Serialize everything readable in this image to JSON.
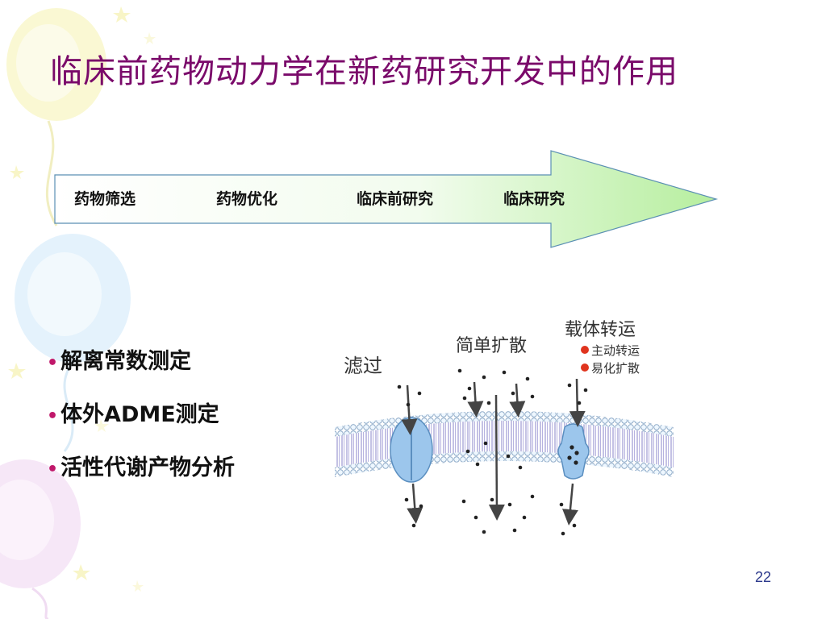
{
  "slide": {
    "title": "临床前药物动力学在新药研究开发中的作用",
    "page_number": "22"
  },
  "stages": [
    "药物筛选",
    "药物优化",
    "临床前研究",
    "临床研究"
  ],
  "bullets": [
    {
      "text": "解离常数测定"
    },
    {
      "text": "体外ADME测定"
    },
    {
      "text": "活性代谢产物分析"
    }
  ],
  "figure": {
    "label_filtration": "滤过",
    "label_simple_diffusion": "简单扩散",
    "label_carrier": "载体转运",
    "legend_active": "主动转运",
    "legend_facilitated": "易化扩散",
    "legend_dot_color": "#e0341e"
  },
  "colors": {
    "title": "#7a0a6a",
    "arrow_fill": "#c6f5b4",
    "bullet": "#c0186a"
  }
}
